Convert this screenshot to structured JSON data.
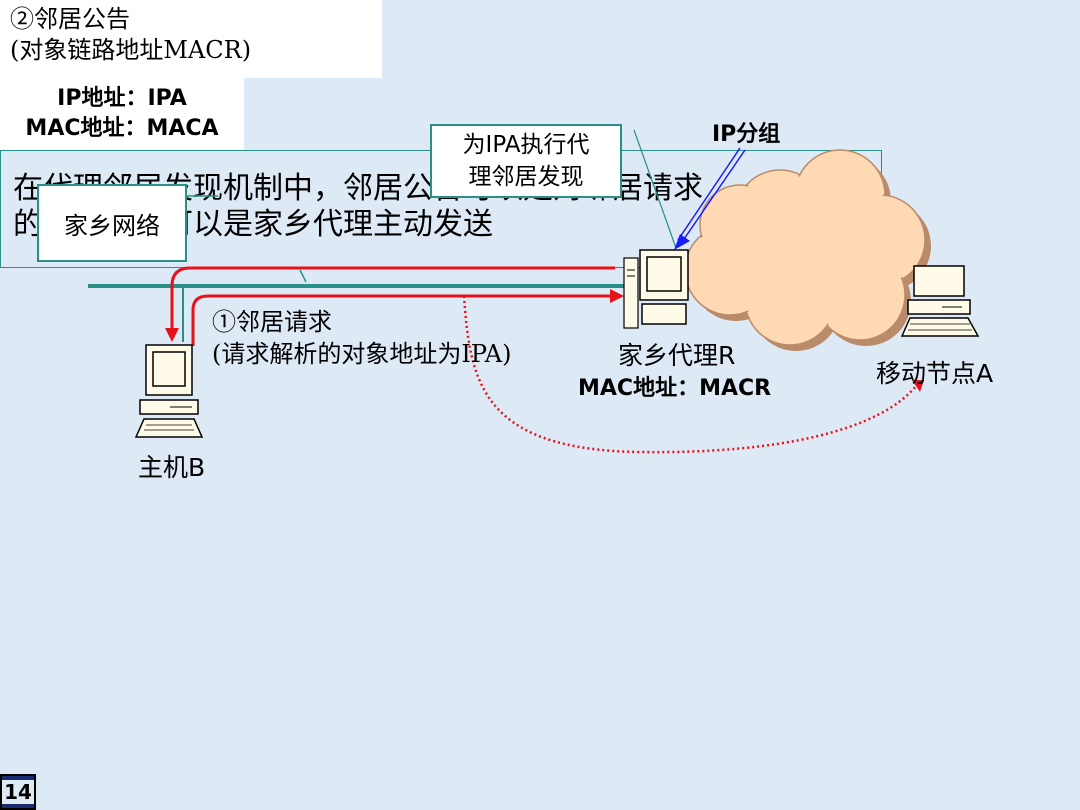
{
  "labels": {
    "home_network": "家乡网络",
    "proxy_title_line1": "为IPA执行代",
    "proxy_title_line2": "理邻居发现",
    "ip_packet": "IP分组",
    "adv_line1": "②邻居公告",
    "adv_line2": "(对象链路地址MACR)",
    "sol_line1": "①邻居请求",
    "sol_line2": "(请求解析的对象地址为IPA)",
    "host_b": "主机B",
    "home_agent": "家乡代理R",
    "home_agent_mac": "MAC地址：MACR",
    "mobile_node": "移动节点A",
    "mobile_ip": "IP地址：IPA",
    "mobile_mac": "MAC地址：MACA"
  },
  "summary": {
    "line1": "在代理邻居发现机制中，邻居公告可以是对邻居请求",
    "line2": "的应答，也可以是家乡代理主动发送"
  },
  "page_number": "14",
  "colors": {
    "background": "#ddeaf6",
    "border": "#2a8f86",
    "arrow_red": "#e8101a",
    "cloud": "#ffd9b3",
    "ip_arrow": "#1a1aff"
  }
}
